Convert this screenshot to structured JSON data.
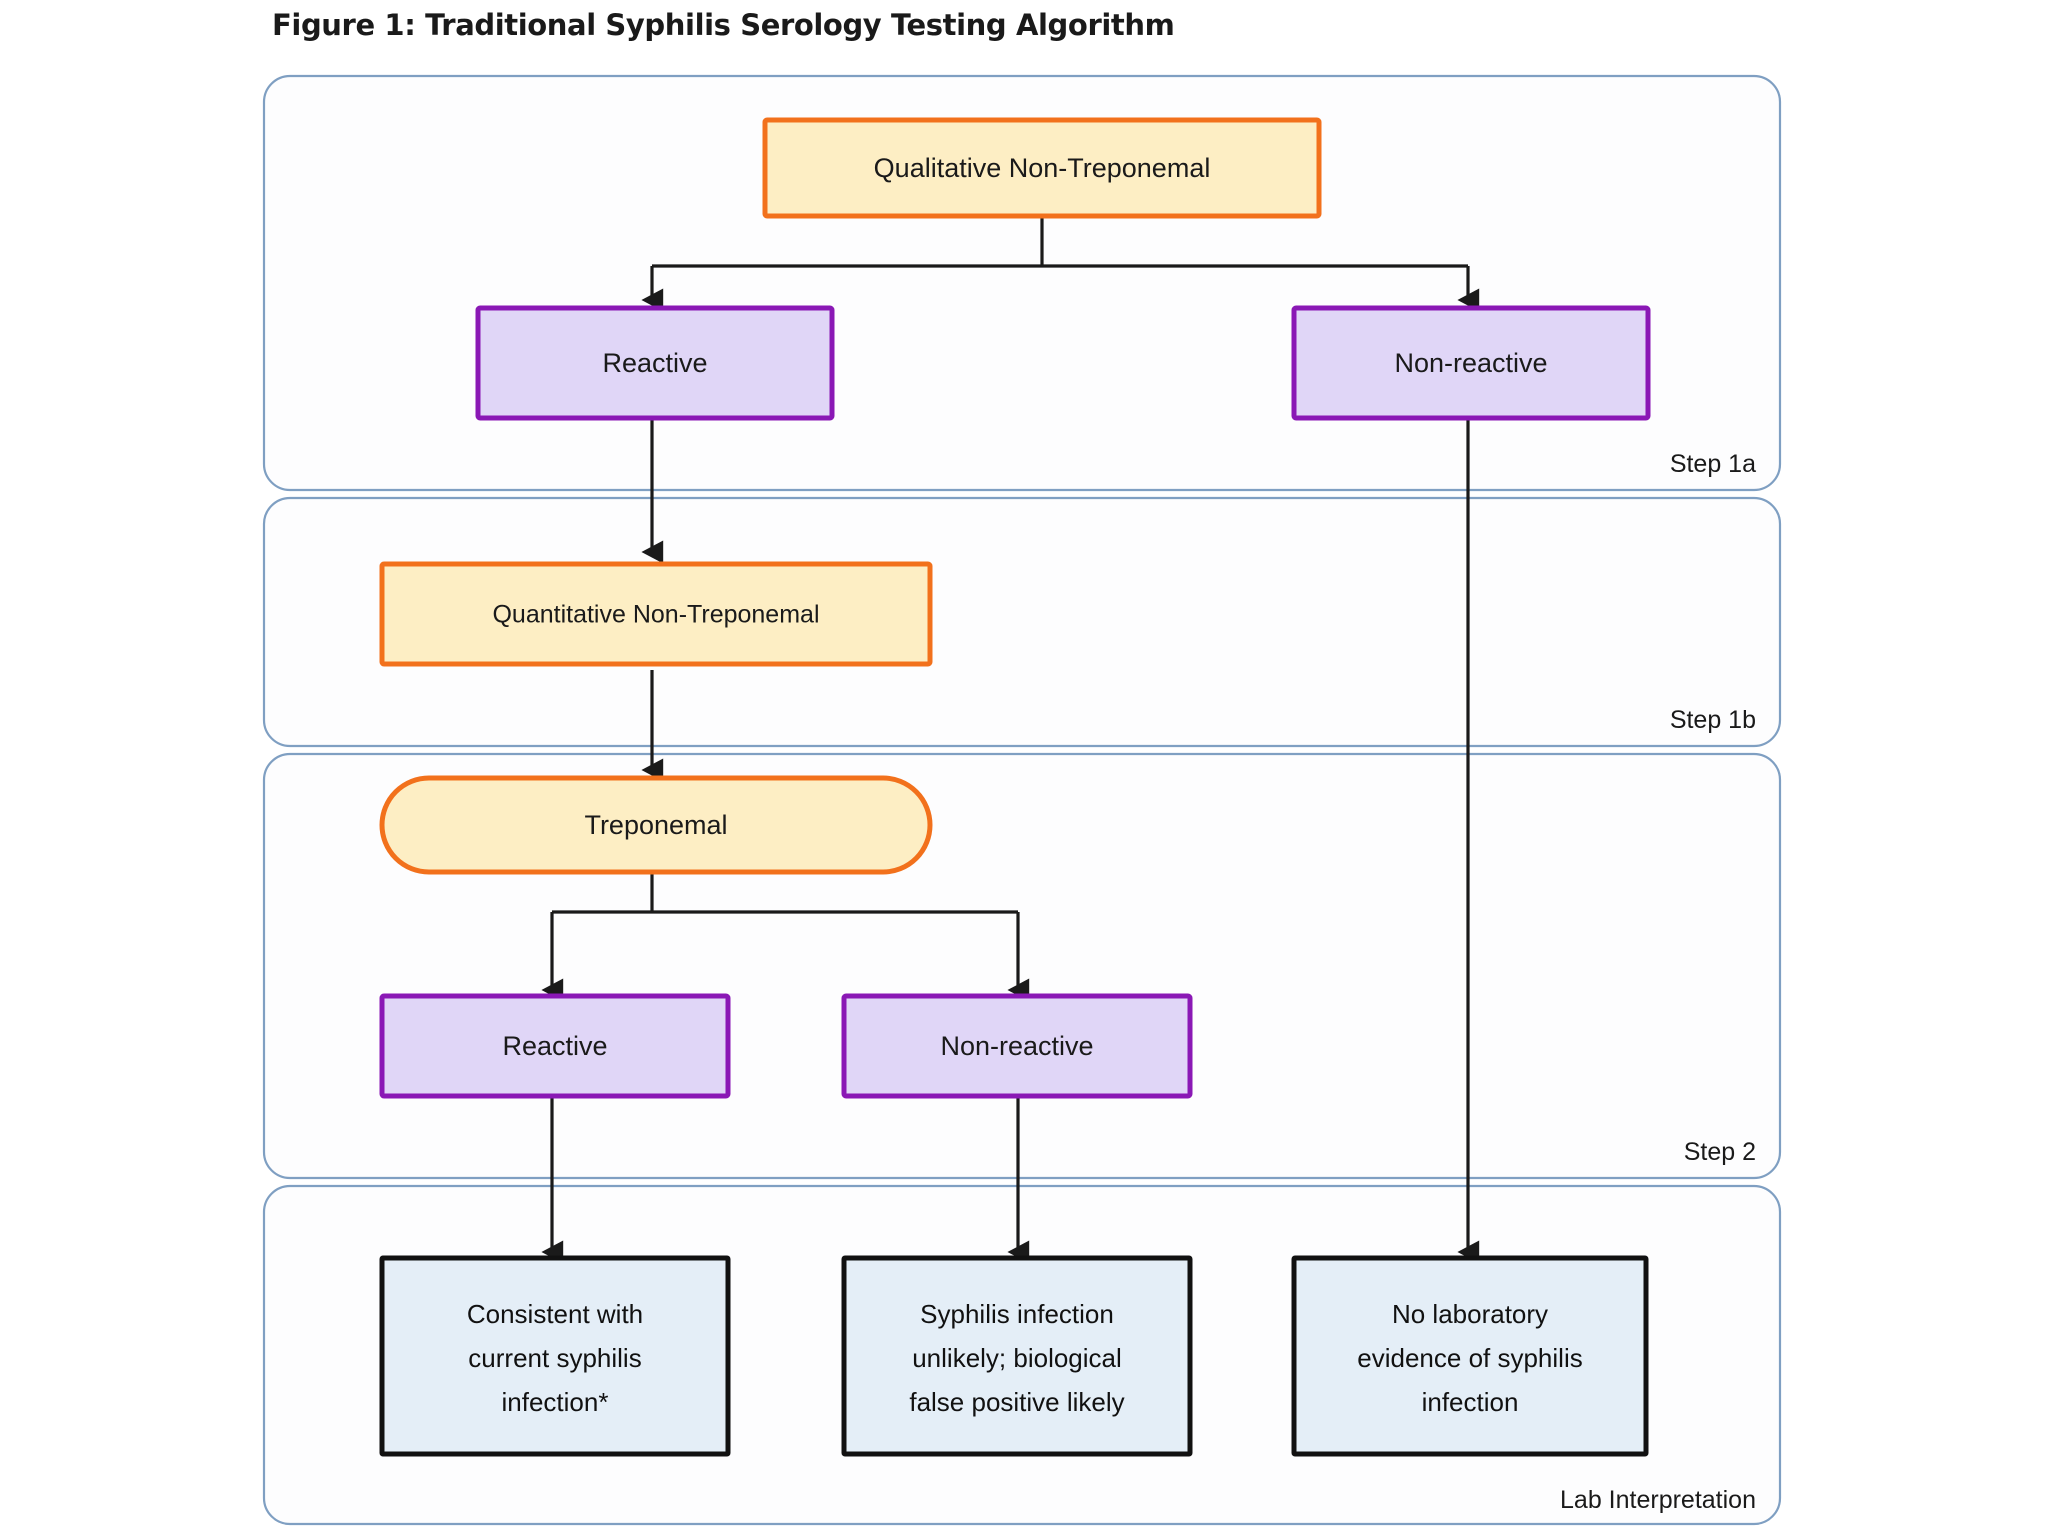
{
  "figure": {
    "title": "Figure 1: Traditional Syphilis Serology Testing Algorithm"
  },
  "colors": {
    "panel_border": "#7f9fc2",
    "panel_fill": "#fdfdfe",
    "test_border": "#f2711c",
    "test_fill": "#fdeec4",
    "result_border": "#8a18b5",
    "result_fill": "#e0d6f7",
    "interpretation_border": "#111111",
    "interpretation_fill": "#e4eef7",
    "connector": "#1a1a1a"
  },
  "panels": [
    {
      "id": "step1a",
      "label": "Step 1a"
    },
    {
      "id": "step1b",
      "label": "Step 1b"
    },
    {
      "id": "step2",
      "label": "Step 2"
    },
    {
      "id": "interpretation",
      "label": "Lab Interpretation"
    }
  ],
  "nodes": {
    "qualitative_non_treponemal": "Qualitative  Non-Treponemal",
    "step1a_reactive": "Reactive",
    "step1a_non_reactive": "Non-reactive",
    "quantitative_non_treponemal": "Quantitative Non-Treponemal",
    "treponemal": "Treponemal",
    "step2_reactive": "Reactive",
    "step2_non_reactive": "Non-reactive",
    "result_consistent": {
      "line1": "Consistent with",
      "line2": "current syphilis",
      "line3": "infection*"
    },
    "result_unlikely": {
      "line1": "Syphilis infection",
      "line2": "unlikely; biological",
      "line3": "false positive likely"
    },
    "result_no_evidence": {
      "line1": "No laboratory",
      "line2": "evidence of syphilis",
      "line3": "infection"
    }
  }
}
